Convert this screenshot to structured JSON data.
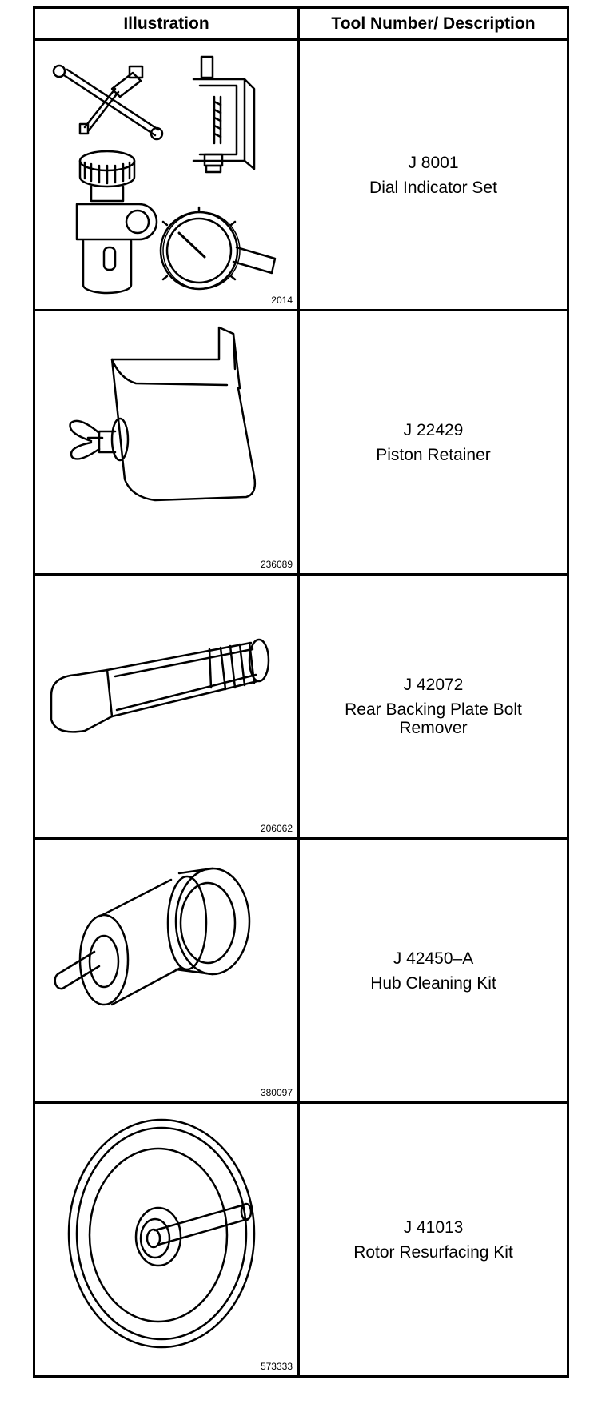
{
  "table": {
    "header": {
      "illustration": "Illustration",
      "tool": "Tool Number/ Description"
    },
    "rows": [
      {
        "figure": "2014",
        "tool_number": "J 8001",
        "description": "Dial Indicator Set",
        "icon": "dial-indicator-set-icon"
      },
      {
        "figure": "236089",
        "tool_number": "J 22429",
        "description": "Piston Retainer",
        "icon": "piston-retainer-icon"
      },
      {
        "figure": "206062",
        "tool_number": "J 42072",
        "description": "Rear Backing Plate Bolt Remover",
        "icon": "bolt-remover-icon"
      },
      {
        "figure": "380097",
        "tool_number": "J 42450–A",
        "description": "Hub Cleaning Kit",
        "icon": "hub-cleaning-kit-icon"
      },
      {
        "figure": "573333",
        "tool_number": "J 41013",
        "description": "Rotor Resurfacing Kit",
        "icon": "rotor-resurfacing-kit-icon"
      }
    ]
  }
}
